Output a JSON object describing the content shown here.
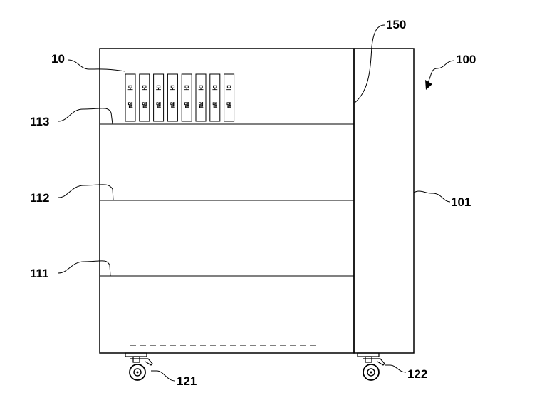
{
  "figure": {
    "labels": {
      "device": "100",
      "cabinet": "101",
      "side_panel": "150",
      "modules": "10",
      "shelf_top": "113",
      "shelf_middle": "112",
      "shelf_bottom": "111",
      "caster_left": "121",
      "caster_right": "122"
    },
    "module_text": "모 델",
    "module_glyph_top": "모",
    "module_glyph_bottom": "델",
    "module_count": 8
  }
}
